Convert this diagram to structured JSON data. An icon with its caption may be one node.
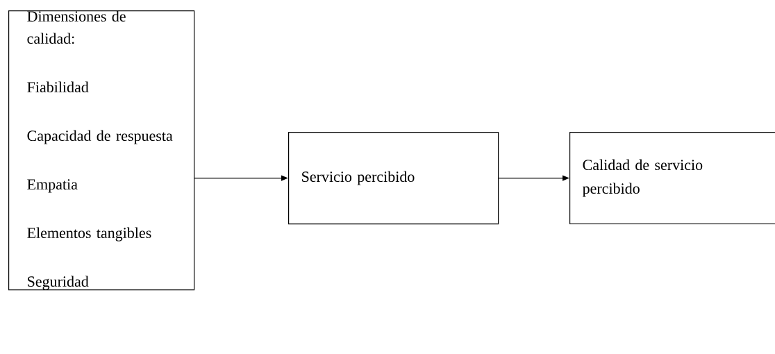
{
  "diagram": {
    "nodes": [
      {
        "text": [
          "Dimensiones de calidad:",
          "Fiabilidad",
          "Capacidad de respuesta",
          "Empatia",
          "Elementos tangibles",
          "Seguridad"
        ]
      },
      {
        "text": [
          "Servicio percibido"
        ]
      },
      {
        "text": [
          "Calidad de servicio percibido"
        ]
      }
    ],
    "edges": [
      {
        "from": 0,
        "to": 1,
        "arrow": "to"
      },
      {
        "from": 1,
        "to": 2,
        "arrow": "to"
      }
    ]
  }
}
